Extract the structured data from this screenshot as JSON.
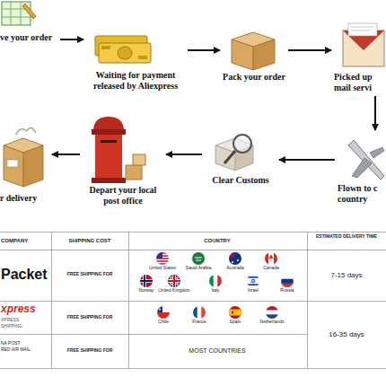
{
  "diagram": {
    "nodes": [
      {
        "text": [
          "ve your order"
        ]
      },
      {
        "text": [
          "Waiting for payment released by Aliexpress"
        ]
      },
      {
        "text": [
          "Pack your order"
        ]
      },
      {
        "text": [
          "Picked up mail servi"
        ]
      },
      {
        "text": [
          "Flown to c country"
        ]
      },
      {
        "text": [
          "Clear Customs"
        ]
      },
      {
        "text": [
          "Depart your local post office"
        ]
      },
      {
        "text": [
          "r delivery"
        ]
      }
    ],
    "edges": [
      {
        "from": 0,
        "to": 1,
        "arrow": "to"
      },
      {
        "from": 1,
        "to": 2,
        "arrow": "to"
      },
      {
        "from": 2,
        "to": 3,
        "arrow": "to"
      },
      {
        "from": 3,
        "to": 4,
        "arrow": "to"
      },
      {
        "from": 4,
        "to": 5,
        "arrow": "to"
      },
      {
        "from": 5,
        "to": 6,
        "arrow": "to"
      },
      {
        "from": 6,
        "to": 7,
        "arrow": "to"
      }
    ],
    "labels": [
      "COMPANY",
      "SHIPPING COST",
      "COUNTRY",
      "ESTIMATED DELIVERY TIME",
      "Packet",
      "FREE SHIPPING FOR",
      "United States",
      "Saudi Arabia",
      "Australia",
      "Canada",
      "Norway",
      "United Kingdom",
      "Italy",
      "Israel",
      "Russia",
      "7-15 days",
      "xpress",
      "XPRESS",
      "SHIPPING",
      "FREE SHIPPING FOR",
      "Chile",
      "France",
      "Spain",
      "Netherlands",
      "16-35 days",
      "NA POST",
      "RED AIR MAIL",
      "FREE SHIPPING FOR",
      "MOST COUNTRIES"
    ]
  }
}
